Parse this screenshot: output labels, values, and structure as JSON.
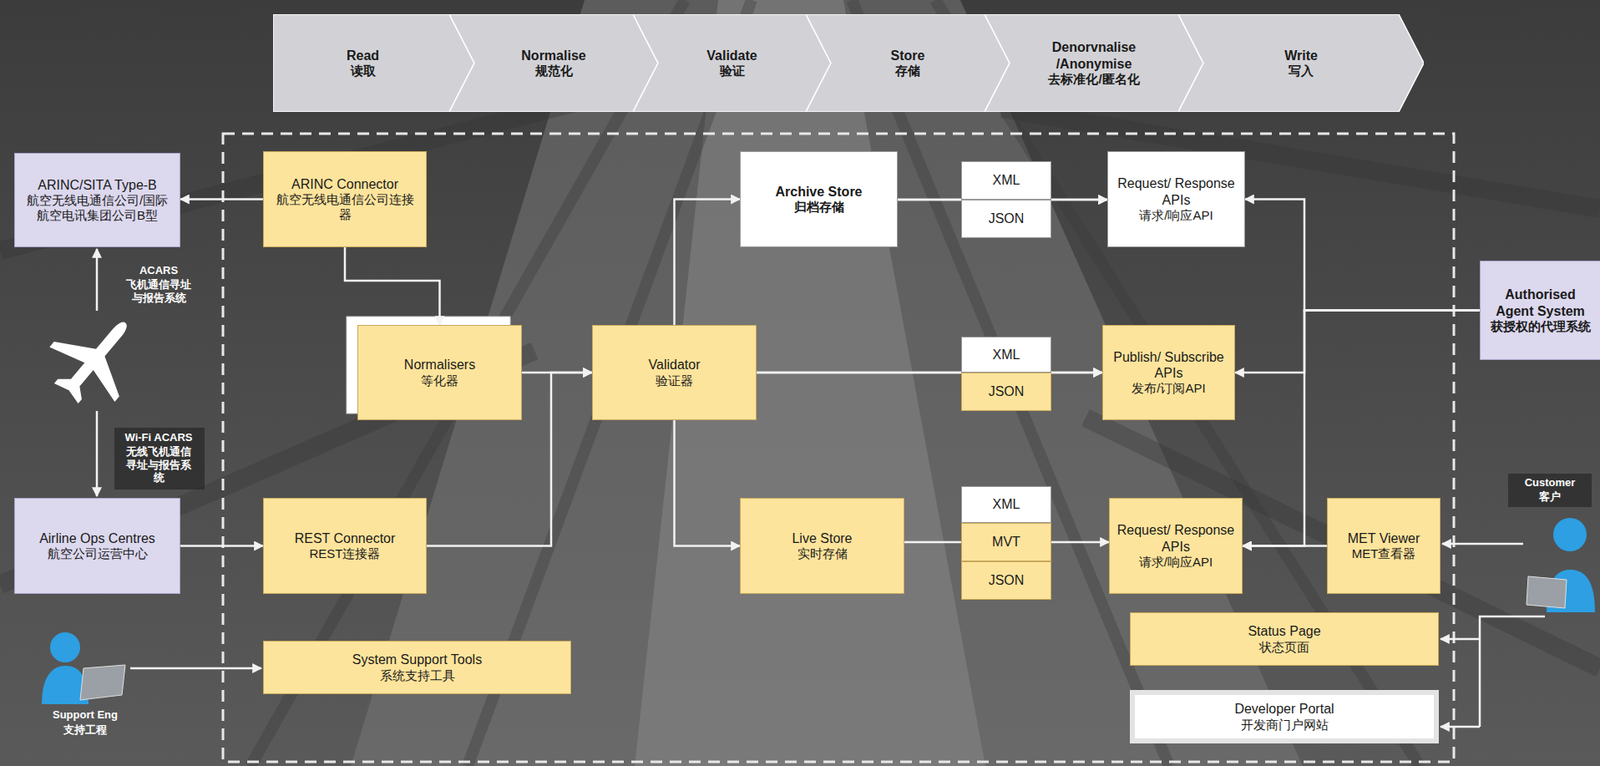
{
  "diagram": {
    "nodes": [
      {
        "text": [
          "Read",
          "读取"
        ]
      },
      {
        "text": [
          "Normalise",
          "规范化"
        ]
      },
      {
        "text": [
          "Validate",
          "验证"
        ]
      },
      {
        "text": [
          "Store",
          "存储"
        ]
      },
      {
        "text": [
          "Denorvnalise /Anonymise",
          "去标准化/匿名化"
        ]
      },
      {
        "text": [
          "Write",
          "写入"
        ]
      },
      {
        "text": [
          "ARINC/SITA Type-B",
          "航空无线电通信公司/国际航空电讯集团公司B型"
        ]
      },
      {
        "text": [
          "ARINC Connector",
          "航空无线电通信公司连接器"
        ]
      },
      {
        "text": [
          "Archive Store",
          "归档存储"
        ]
      },
      {
        "text": [
          "XML"
        ]
      },
      {
        "text": [
          "JSON"
        ]
      },
      {
        "text": [
          "Request/ Response APIs",
          "请求/响应API"
        ]
      },
      {
        "text": [
          "Authorised Agent System",
          "获授权的代理系统"
        ]
      },
      {
        "text": [
          "Normalisers",
          "等化器"
        ]
      },
      {
        "text": [
          "Validator",
          "验证器"
        ]
      },
      {
        "text": [
          "XML"
        ]
      },
      {
        "text": [
          "JSON"
        ]
      },
      {
        "text": [
          "Publish/ Subscribe APIs",
          "发布/订阅API"
        ]
      },
      {
        "text": [
          "Airline Ops Centres",
          "航空公司运营中心"
        ]
      },
      {
        "text": [
          "REST Connector",
          "REST连接器"
        ]
      },
      {
        "text": [
          "Live Store",
          "实时存储"
        ]
      },
      {
        "text": [
          "XML"
        ]
      },
      {
        "text": [
          "MVT"
        ]
      },
      {
        "text": [
          "JSON"
        ]
      },
      {
        "text": [
          "Request/ Response APIs",
          "请求/响应API"
        ]
      },
      {
        "text": [
          "MET Viewer",
          "MET查看器"
        ]
      },
      {
        "text": [
          "Status Page",
          "状态页面"
        ]
      },
      {
        "text": [
          "System Support Tools",
          "系统支持工具"
        ]
      },
      {
        "text": [
          "Developer Portal",
          "开发商门户网站"
        ]
      }
    ],
    "edges": [
      {
        "from": 7,
        "to": 6,
        "arrow": "to"
      },
      {
        "from": 7,
        "to": 13,
        "arrow": "to"
      },
      {
        "from": 13,
        "to": 14,
        "arrow": "to"
      },
      {
        "from": 19,
        "to": 14,
        "arrow": "to"
      },
      {
        "from": 18,
        "to": 19,
        "arrow": "to"
      },
      {
        "from": 14,
        "to": 8,
        "arrow": "to"
      },
      {
        "from": 14,
        "to": 15,
        "arrow": "none"
      },
      {
        "from": 14,
        "to": 16,
        "arrow": "none"
      },
      {
        "from": 14,
        "to": 20,
        "arrow": "to"
      },
      {
        "from": 8,
        "to": 9,
        "arrow": "none"
      },
      {
        "from": 8,
        "to": 10,
        "arrow": "none"
      },
      {
        "from": 9,
        "to": 11,
        "arrow": "to"
      },
      {
        "from": 10,
        "to": 11,
        "arrow": "to"
      },
      {
        "from": 15,
        "to": 17,
        "arrow": "to"
      },
      {
        "from": 16,
        "to": 17,
        "arrow": "to"
      },
      {
        "from": 20,
        "to": 22,
        "arrow": "none"
      },
      {
        "from": 22,
        "to": 24,
        "arrow": "to"
      },
      {
        "from": 12,
        "to": 11,
        "arrow": "to"
      },
      {
        "from": 12,
        "to": 17,
        "arrow": "to"
      },
      {
        "from": 12,
        "to": 24,
        "arrow": "to"
      },
      {
        "from": 25,
        "to": 24,
        "arrow": "to"
      }
    ],
    "labels": [
      "ACARS",
      "飞机通信寻址与报告系统",
      "Wi-Fi ACARS",
      "无线飞机通信寻址与报告系统",
      "Customer",
      "客户",
      "Support Eng",
      "支持工程"
    ]
  }
}
